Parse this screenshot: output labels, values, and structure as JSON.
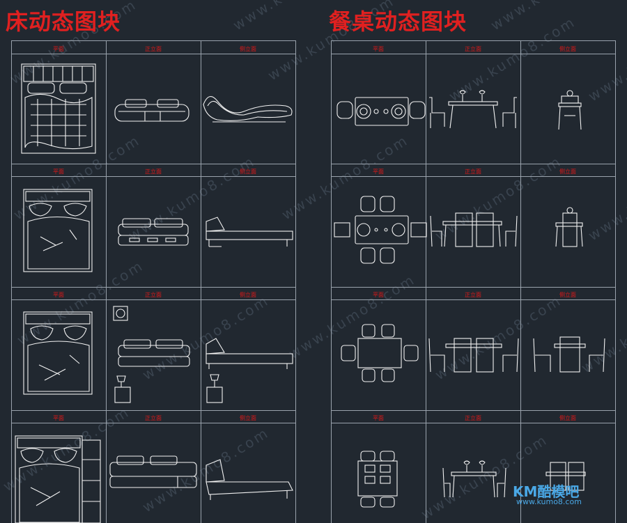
{
  "titles": {
    "left": "床动态图块",
    "right": "餐桌动态图块"
  },
  "headers": {
    "plan": "平面",
    "front": "正立面",
    "side": "侧立面"
  },
  "watermark": "www.kumo8.com",
  "logo": {
    "mark": "KM",
    "text": "酷模吧",
    "url": "www.kumo8.com"
  },
  "colors": {
    "background": "#212830",
    "title": "#e02020",
    "grid": "#9aa3ad",
    "drawing": "#f2f2f2",
    "logo": "#4aa8e6"
  }
}
